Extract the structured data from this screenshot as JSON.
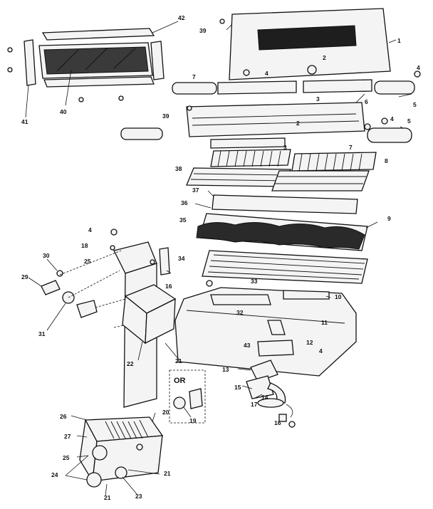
{
  "diagram": {
    "callouts": {
      "c1": "1",
      "c2a": "2",
      "c2b": "2",
      "c3a": "3",
      "c3b": "3",
      "c4a": "4",
      "c4b": "4",
      "c4c": "4",
      "c4d": "4",
      "c5a": "5",
      "c5b": "5",
      "c6": "6",
      "c7a": "7",
      "c7b": "7",
      "c8": "8",
      "c9": "9",
      "c10": "10",
      "c11": "11",
      "c12": "12",
      "c13": "13",
      "c14": "14",
      "c15": "15",
      "c16a": "16",
      "c16b": "16",
      "c17": "17",
      "c18": "18",
      "c19": "19",
      "c20": "20",
      "c21a": "21",
      "c21b": "21",
      "c21c": "21",
      "c22": "22",
      "c23": "23",
      "c24": "24",
      "c25a": "25",
      "c25b": "25",
      "c26": "26",
      "c27": "27",
      "c29": "29",
      "c30": "30",
      "c31": "31",
      "c32": "32",
      "c33": "33",
      "c34": "34",
      "c35": "35",
      "c36": "36",
      "c37": "37",
      "c38": "38",
      "c39a": "39",
      "c39b": "39",
      "c40": "40",
      "c41": "41",
      "c42": "42",
      "c43": "43"
    },
    "or_label": "OR"
  }
}
